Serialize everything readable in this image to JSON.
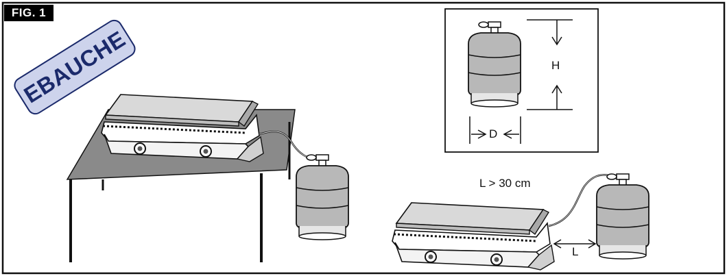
{
  "figure": {
    "label": "FIG. 1"
  },
  "stamp": {
    "text": "EBAUCHE"
  },
  "dimensions": {
    "height_label": "H",
    "diameter_label": "D",
    "distance_label": "L",
    "distance_rule": "L > 30 cm"
  },
  "colors": {
    "table_top": "#8a8a8a",
    "cylinder_band": "#b5b5b5",
    "stamp_fill": "#cdd3ec",
    "stamp_text": "#1b2a6b"
  }
}
